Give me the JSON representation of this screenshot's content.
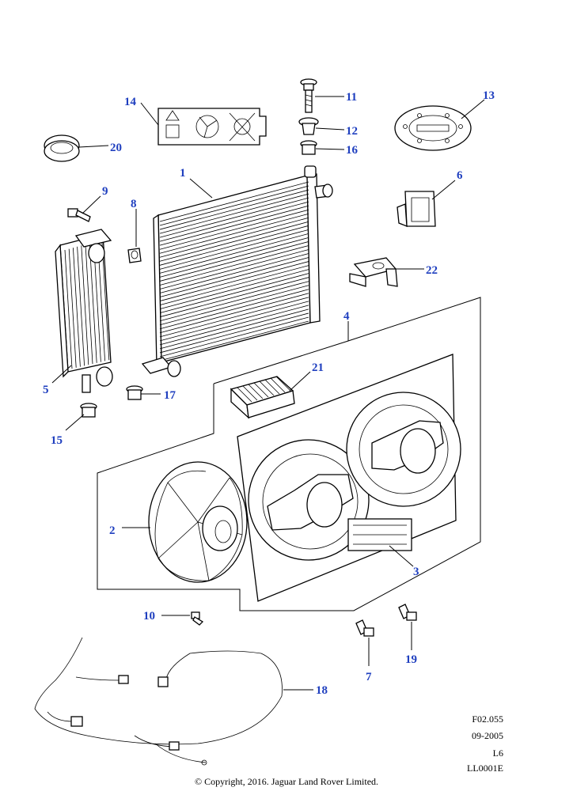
{
  "callouts": {
    "c1": "1",
    "c2": "2",
    "c3": "3",
    "c4": "4",
    "c5": "5",
    "c6": "6",
    "c7": "7",
    "c8": "8",
    "c9": "9",
    "c10": "10",
    "c11": "11",
    "c12": "12",
    "c13": "13",
    "c14": "14",
    "c15": "15",
    "c16": "16",
    "c17": "17",
    "c18": "18",
    "c19": "19",
    "c20": "20",
    "c21": "21",
    "c22": "22"
  },
  "footer": {
    "figure_ref": "F02.055",
    "date": "09-2005",
    "engine": "L6",
    "drawing_id": "LL0001E",
    "copyright": "© Copyright, 2016. Jaguar Land Rover Limited."
  },
  "colors": {
    "callout": "#1f3fbf",
    "line": "#000000"
  }
}
